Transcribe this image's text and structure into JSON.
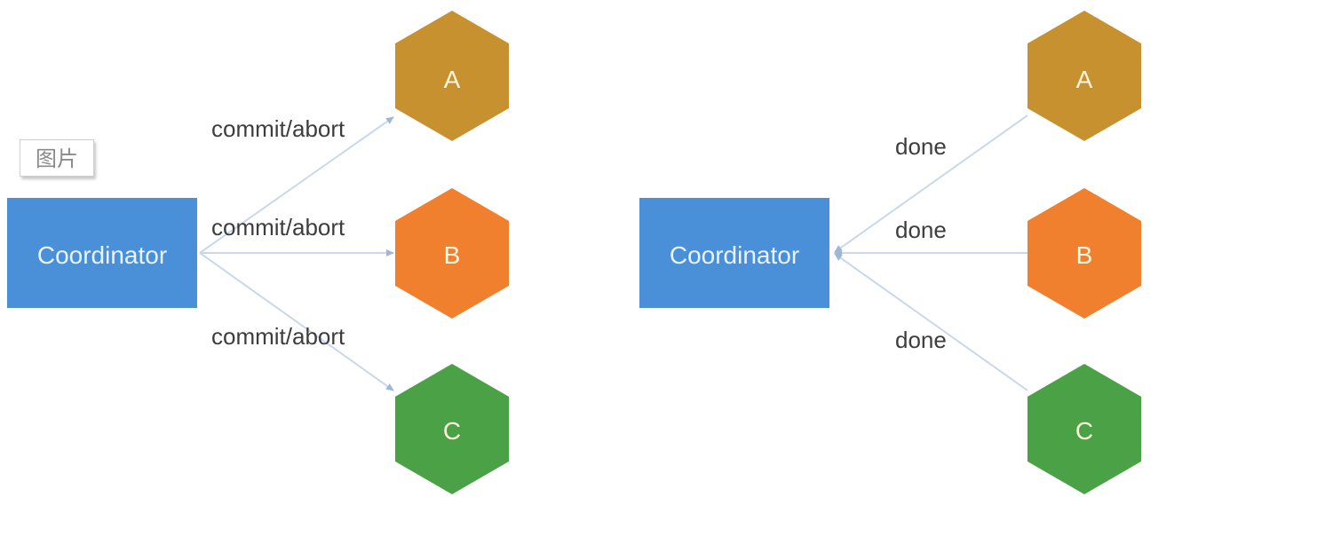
{
  "badge": {
    "text": "图片"
  },
  "colors": {
    "coordinator": "#4a90d9",
    "node_a": "#c8912f",
    "node_b": "#f07f2e",
    "node_c": "#4aa146",
    "edge": "#c9d8ea",
    "edge_label": "#3d3d3d"
  },
  "left": {
    "coordinator": {
      "label": "Coordinator"
    },
    "nodes": [
      {
        "id": "a",
        "label": "A",
        "color": "#c8912f"
      },
      {
        "id": "b",
        "label": "B",
        "color": "#f07f2e"
      },
      {
        "id": "c",
        "label": "C",
        "color": "#4aa146"
      }
    ],
    "edges": [
      {
        "to": "A",
        "label": "commit/abort"
      },
      {
        "to": "B",
        "label": "commit/abort"
      },
      {
        "to": "C",
        "label": "commit/abort"
      }
    ]
  },
  "right": {
    "coordinator": {
      "label": "Coordinator"
    },
    "nodes": [
      {
        "id": "a",
        "label": "A",
        "color": "#c8912f"
      },
      {
        "id": "b",
        "label": "B",
        "color": "#f07f2e"
      },
      {
        "id": "c",
        "label": "C",
        "color": "#4aa146"
      }
    ],
    "edges": [
      {
        "from": "A",
        "label": "done"
      },
      {
        "from": "B",
        "label": "done"
      },
      {
        "from": "C",
        "label": "done"
      }
    ]
  }
}
